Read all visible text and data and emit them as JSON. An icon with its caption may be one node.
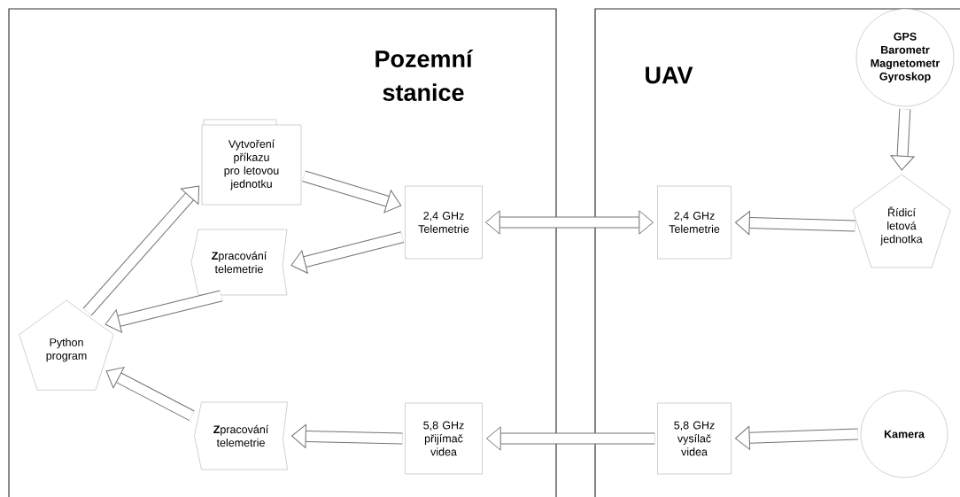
{
  "diagram": {
    "nodes": [
      {
        "text": [
          "Pozemní stanice"
        ]
      },
      {
        "text": [
          "Vytvoření příkazu pro letovou jednotku"
        ],
        "in": 0
      },
      {
        "text": [
          "2,4 GHz Telemetrie"
        ],
        "in": 0
      },
      {
        "text": [
          "**Z**pracování telemetrie"
        ],
        "in": 0
      },
      {
        "text": [
          "Python program"
        ],
        "in": 0
      },
      {
        "text": [
          "**Z**pracování telemetrie"
        ],
        "in": 0
      },
      {
        "text": [
          "5,8 GHz přijímač videa"
        ],
        "in": 0
      },
      {
        "text": [
          "UAV"
        ]
      },
      {
        "text": [
          "GPS Barometr Magnetometr Gyroskop"
        ],
        "in": 7
      },
      {
        "text": [
          "2,4 GHz Telemetrie"
        ],
        "in": 7
      },
      {
        "text": [
          "Řídicí letová jednotka"
        ],
        "in": 7
      },
      {
        "text": [
          "5,8 GHz vysílač videa"
        ],
        "in": 7
      },
      {
        "text": [
          "Kamera"
        ],
        "in": 7
      }
    ],
    "edges": [
      {
        "from": 4,
        "to": 1,
        "arrow": "to"
      },
      {
        "from": 1,
        "to": 2,
        "arrow": "to"
      },
      {
        "from": 2,
        "to": 3,
        "arrow": "to"
      },
      {
        "from": 3,
        "to": 4,
        "arrow": "to"
      },
      {
        "from": 2,
        "to": 9,
        "arrow": "both"
      },
      {
        "from": 10,
        "to": 9,
        "arrow": "to"
      },
      {
        "from": 8,
        "to": 10,
        "arrow": "to"
      },
      {
        "from": 12,
        "to": 11,
        "arrow": "to"
      },
      {
        "from": 11,
        "to": 6,
        "arrow": "to"
      },
      {
        "from": 6,
        "to": 5,
        "arrow": "to"
      },
      {
        "from": 5,
        "to": 4,
        "arrow": "to"
      }
    ]
  }
}
